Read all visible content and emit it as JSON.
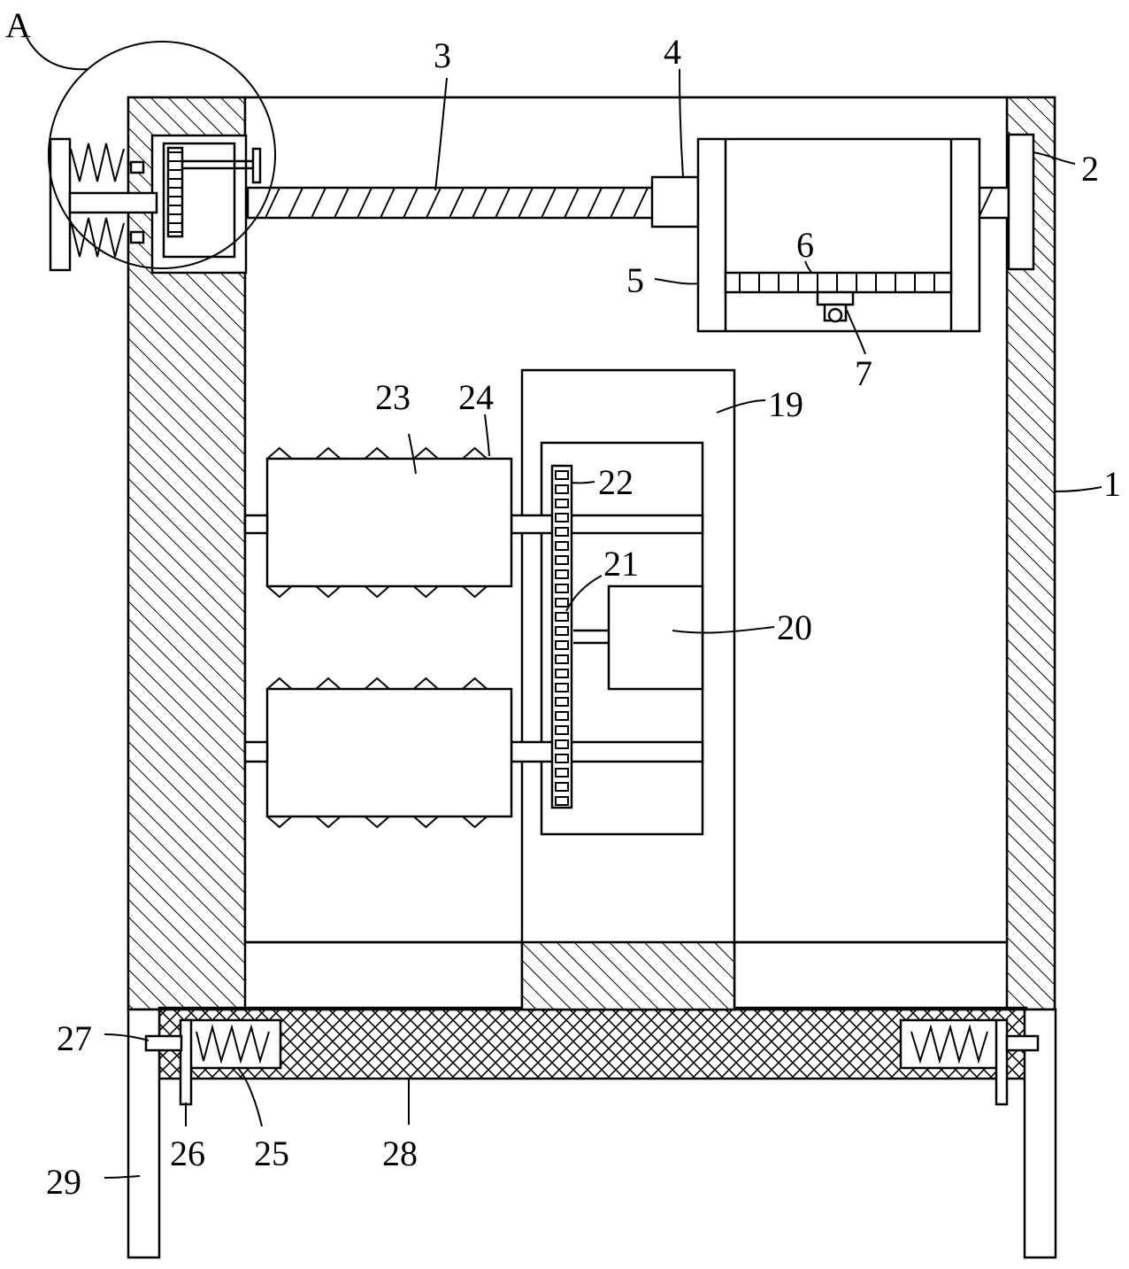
{
  "labels": {
    "A": "A",
    "l1": "1",
    "l2": "2",
    "l3": "3",
    "l4": "4",
    "l5": "5",
    "l6": "6",
    "l7": "7",
    "l19": "19",
    "l20": "20",
    "l21": "21",
    "l22": "22",
    "l23": "23",
    "l24": "24",
    "l25": "25",
    "l26": "26",
    "l27": "27",
    "l28": "28",
    "l29": "29"
  },
  "colors": {
    "line": "#000000",
    "background": "#ffffff"
  }
}
